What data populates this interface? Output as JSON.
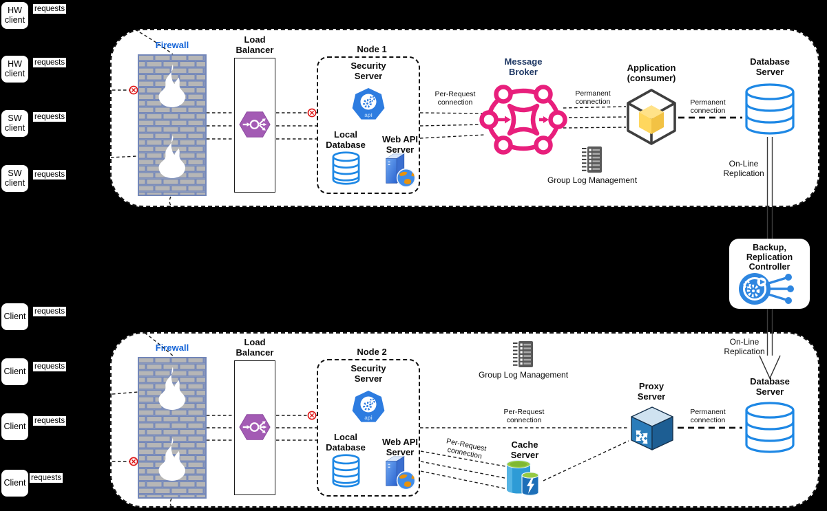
{
  "clients": {
    "request_label": "requests",
    "items": [
      {
        "label": "HW client"
      },
      {
        "label": "HW client"
      },
      {
        "label": "SW client"
      },
      {
        "label": "SW client"
      },
      {
        "label": "Client"
      },
      {
        "label": "Client"
      },
      {
        "label": "Client"
      },
      {
        "label": "Client"
      }
    ]
  },
  "shared": {
    "firewall": "Firewall",
    "load_balancer": "Load Balancer",
    "security_server": "Security Server",
    "local_database": "Local Database",
    "web_api_server": "Web API Server",
    "group_log_management": "Group Log Management",
    "database_server": "Database Server",
    "per_request_connection": "Per-Request connection",
    "permanent_connection": "Permanent connection",
    "online_replication": "On-Line Replication"
  },
  "top_section": {
    "node_title": "Node 1",
    "message_broker": "Message Broker",
    "application_consumer": "Application (consumer)"
  },
  "bottom_section": {
    "node_title": "Node 2",
    "proxy_server": "Proxy Server",
    "cache_server": "Cache Server"
  },
  "backup_controller": "Backup, Replication Controller",
  "security_icon_text": "api",
  "icons": [
    "firewall-bricks-flames-icon",
    "load-balancer-hexagon-icon",
    "security-server-heptagon-icon",
    "database-cylinder-icon",
    "web-api-server-icon",
    "message-broker-icon",
    "group-log-icon",
    "application-cube-icon",
    "backup-replication-controller-icon",
    "proxy-cube-icon",
    "cache-server-icon",
    "blocked-request-x-icon"
  ],
  "colors": {
    "background": "#000000",
    "container_fill": "#ffffff",
    "firewall_label_blue": "#1565d8",
    "brick_fill": "#b6b6b6",
    "brick_mortar_blue": "#7286b8",
    "load_balancer_purple": "#a35bb4",
    "security_blue": "#2d7ce0",
    "database_blue": "#1e88e5",
    "broker_pink": "#e81f7c",
    "broker_label_navy": "#1f3864",
    "app_cube_yellow": "#ffd75e",
    "log_grey": "#595959",
    "proxy_blue": "#2a7cba",
    "cache_green": "#96ca43",
    "cache_blue": "#2e9bd6",
    "backup_blue": "#2e86e0",
    "error_red": "#dd1111"
  }
}
